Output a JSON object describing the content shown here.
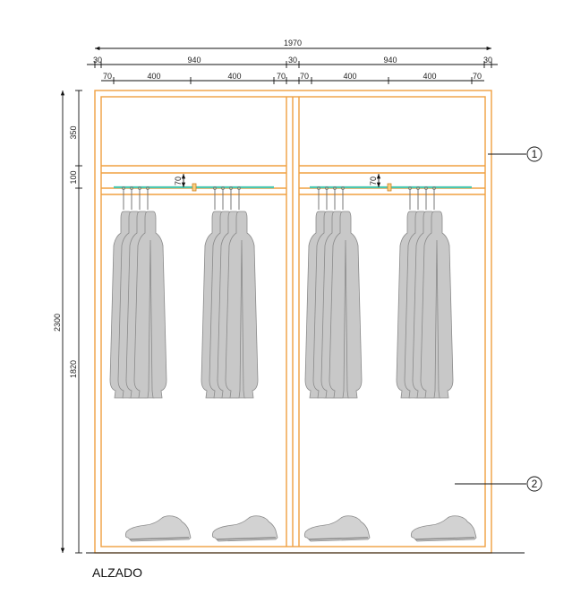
{
  "title": "ALZADO",
  "dimensions": {
    "overall_width": "1970",
    "top_row": [
      "30",
      "940",
      "30",
      "940",
      "30"
    ],
    "second_row": [
      "70",
      "400",
      "400",
      "70",
      "70",
      "400",
      "400",
      "70"
    ],
    "vertical_total": "2300",
    "vertical_parts": [
      "350",
      "100",
      "1820"
    ],
    "rail_drop": [
      "70",
      "70"
    ]
  },
  "callouts": [
    "1",
    "2"
  ],
  "colors": {
    "carcass": "#f0a040",
    "rail": "#4cc7b0",
    "garment": "#c8c8c8",
    "shoe": "#d2d2d2",
    "dim_line": "#111111"
  },
  "icons": [
    "coat-hanger-icon",
    "shoe-icon",
    "rail-bracket-icon"
  ]
}
